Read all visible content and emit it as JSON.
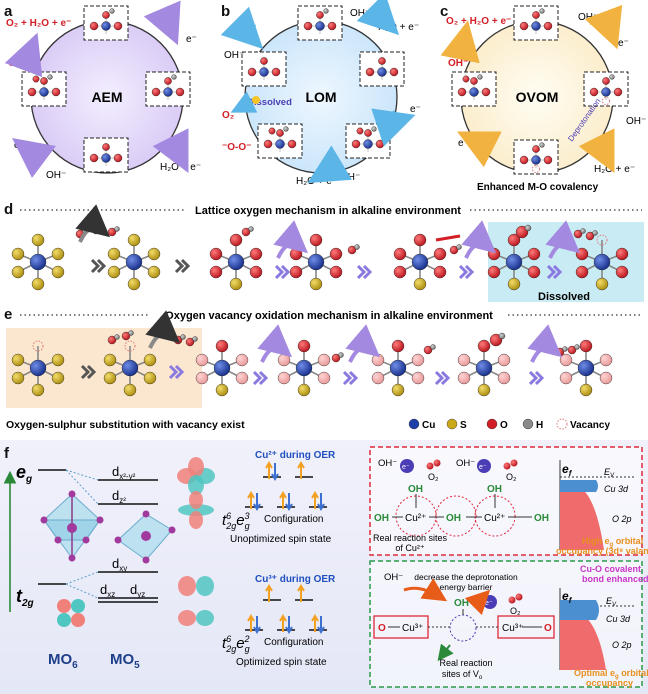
{
  "panels": {
    "a": {
      "label": "a",
      "title": "AEM",
      "ph_tl": "O₂ + H₂O + e⁻",
      "ph_oh1": "OH⁻",
      "ph_oh2": "OH⁻",
      "ph_oh3": "OH⁻",
      "ph_e1": "e⁻",
      "ph_e2": "e⁻",
      "ph_h2o": "H₂O + e⁻"
    },
    "b": {
      "label": "b",
      "title": "LOM",
      "ph_e": "e⁻",
      "ph_oh1": "OH⁻",
      "ph_h2o1": "H₂O + e⁻",
      "ph_oh2": "OH⁻",
      "ph_dissolved": "Dissolved",
      "ph_o2": "O₂",
      "ph_oo": "⁻O-O⁻",
      "ph_h2o2": "H₂O + e⁻",
      "ph_oh3": "OH⁻",
      "ph_e2": "e⁻"
    },
    "c": {
      "label": "c",
      "title": "OVOM",
      "ph_tl": "O₂ + H₂O + e⁻",
      "ph_oh1": "OH⁻",
      "ph_e1": "e⁻",
      "ph_oh2": "OH⁻",
      "ph_oh3": "OH⁻",
      "ph_e2": "e⁻",
      "ph_h2o": "H₂O + e⁻",
      "ph_deprot": "Deprotonation",
      "caption": "Enhanced M-O covalency"
    },
    "d": {
      "label": "d",
      "header": "Lattice oxygen mechanism in alkaline environment",
      "dissolved": "Dissolved"
    },
    "e": {
      "label": "e",
      "header": "Oxygen vacancy oxidation mechanism in alkaline environment",
      "note": "Oxygen-sulphur substitution with vacancy exist"
    },
    "legend": [
      {
        "sym": "Cu",
        "color": "#1f3fa8"
      },
      {
        "sym": "S",
        "color": "#c9a81a"
      },
      {
        "sym": "O",
        "color": "#d21f26"
      },
      {
        "sym": "H",
        "color": "#8a8a8a"
      },
      {
        "sym": "Vacancy",
        "color": "#e07a7a"
      }
    ],
    "f": {
      "label": "f",
      "eg": "e",
      "eg_sub": "g",
      "t2g": "t",
      "t2g_sub": "2g",
      "dx2": "d",
      "dx2_sub": "x²-y²",
      "dz2": "d",
      "dz2_sub": "z²",
      "dxy": "d",
      "dxy_sub": "xy",
      "dxz": "d",
      "dxz_sub": "xz",
      "dyz": "d",
      "dyz_sub": "yz",
      "mo6": "MO",
      "mo6_sub": "6",
      "mo5": "MO",
      "mo5_sub": "5",
      "cu2_title": "Cu²⁺ during OER",
      "cu2_config": "Configuration",
      "cu2_state": "Unoptimized spin state",
      "cu3_title": "Cu³⁺ during OER",
      "cu3_config": "Configuration",
      "cu3_state": "Optimized spin state",
      "red": {
        "oh1": "OH⁻",
        "oh2": "OH⁻",
        "e1": "e⁻",
        "e2": "e⁻",
        "o2a": "O₂",
        "o2b": "O₂",
        "oh_top1": "OH",
        "oh_top2": "OH",
        "oh_left": "OH",
        "oh_mid": "OH",
        "oh_right": "OH",
        "cu_a": "Cu²⁺",
        "cu_b": "Cu²⁺",
        "sites": "Real reaction sites",
        "sites2": "of Cu²⁺",
        "ef": "e",
        "ef_sub": "f",
        "ev": "E",
        "ev_sub": "V",
        "cu3d": "Cu 3d",
        "o2p": "O 2p",
        "occ1": "High e",
        "occ2": "g",
        "occ3": " orbital",
        "occ4": "occupancy (3d⁹ valance)"
      },
      "green": {
        "oh1": "OH⁻",
        "deprot1": "decrease the deprotonation",
        "deprot2": "energy barrier",
        "e1": "e⁻",
        "oh_top": "OH",
        "o2": "O₂",
        "o_left": "O",
        "o_right": "O",
        "cu_a": "Cu³⁺",
        "cu_b": "Cu³⁺",
        "sites": "Real reaction",
        "sites2": "sites of V",
        "sites3": "o",
        "bond1": "Cu-O covalent",
        "bond2": "bond enhanced",
        "ef": "e",
        "ef_sub": "f",
        "ev": "E",
        "ev_sub": "V",
        "cu3d": "Cu 3d",
        "o2p": "O 2p",
        "occ1": "Optimal e",
        "occ2": "g",
        "occ3": " orbital",
        "occ4": "occupancy"
      }
    }
  }
}
